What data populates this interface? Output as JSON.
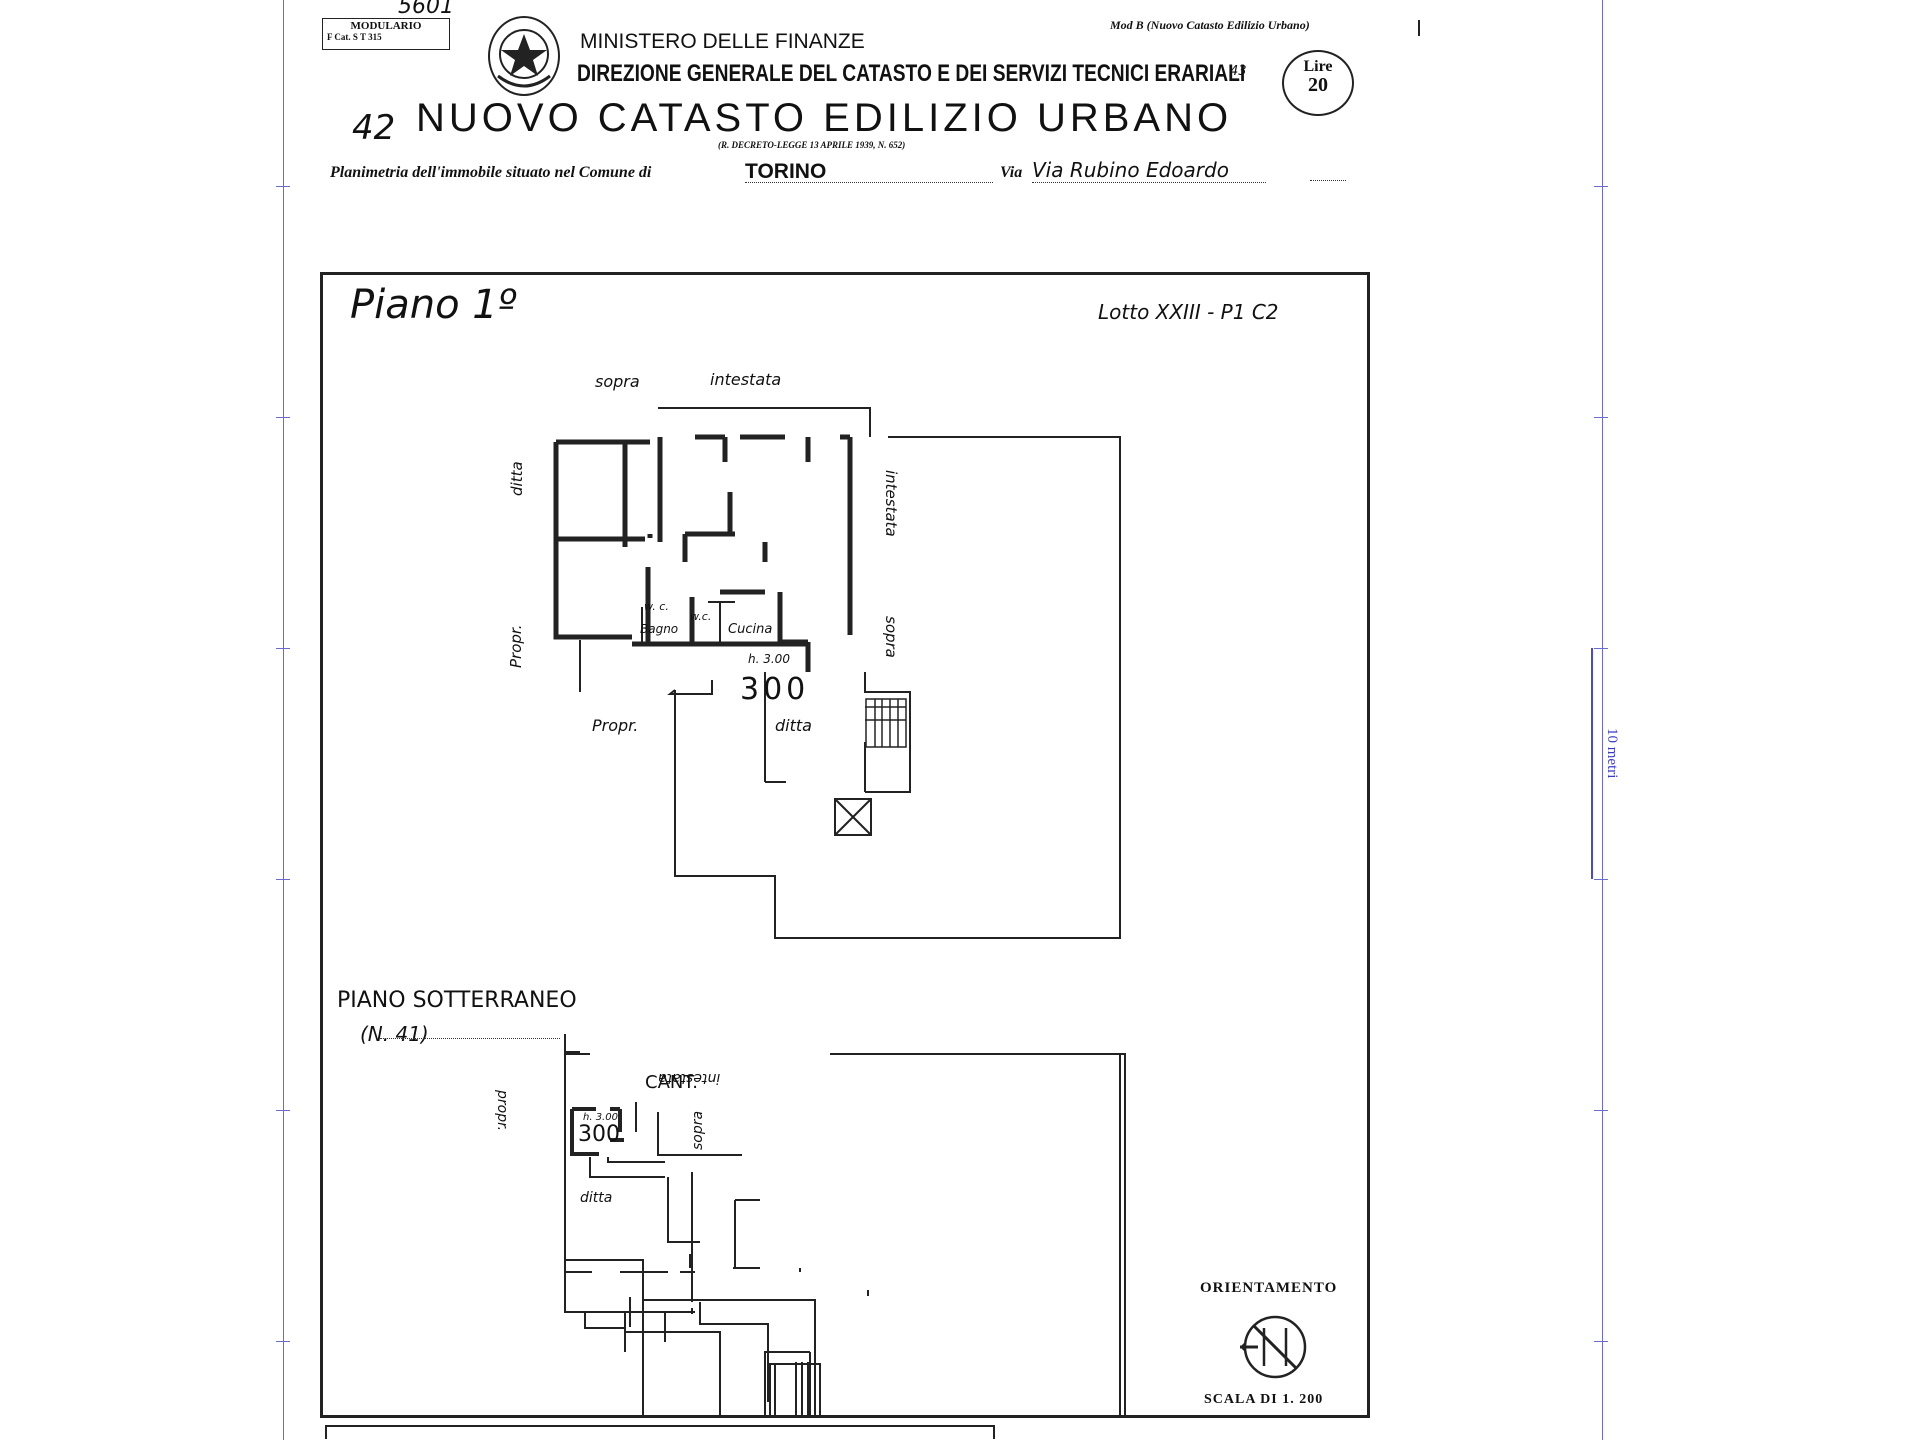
{
  "header": {
    "scribble_top": "5601",
    "modulario": "MODULARIO",
    "modulario_code": "F  Cat. S T  315",
    "ministry": "MINISTERO DELLE FINANZE",
    "direction": "DIREZIONE GENERALE DEL CATASTO E DEI SERVIZI TECNICI ERARIALI",
    "direction_note": "43",
    "model": "Mod B (Nuovo Catasto Edilizio Urbano)",
    "lire_label": "Lire",
    "lire_value": "20",
    "side_number": "42",
    "title": "NUOVO CATASTO EDILIZIO URBANO",
    "decree": "(R. DECRETO-LEGGE 13 APRILE 1939, N. 652)",
    "planimetry_label": "Planimetria dell'immobile situato nel Comune di",
    "comune": "TORINO",
    "via_label": "Via",
    "via_value": "Via Rubino Edoardo"
  },
  "plan": {
    "floor1_title": "Piano 1º",
    "lotto": "Lotto XXIII - P1 C2",
    "labels": {
      "sopra": "sopra",
      "intestata": "intestata",
      "ditta_left": "ditta",
      "intestata_right": "intestata",
      "propr_left": "Propr.",
      "sopra_right": "sopra",
      "wc1": "w. c.",
      "bagno": "Bagno",
      "wc2": "w.c.",
      "cucina": "Cucina",
      "height": "h. 3.00",
      "unit_number": "300",
      "propr_bottom": "Propr.",
      "ditta_bottom": "ditta"
    },
    "basement_title": "PIANO SOTTERRANEO",
    "basement_ref": "(N. 41)",
    "basement_labels": {
      "intestata": "intestata",
      "cant": "CANT.",
      "propr": "propr.",
      "height": "h. 3.00",
      "unit_number": "300",
      "sopra": "sopra",
      "ditta": "ditta"
    },
    "orientation": "ORIENTAMENTO",
    "scale": "SCALA DI 1. 200"
  },
  "ruler": {
    "label": "10 metri"
  },
  "colors": {
    "frame_line": "#6a6ad0",
    "ink": "#111111",
    "paper": "#ffffff"
  }
}
